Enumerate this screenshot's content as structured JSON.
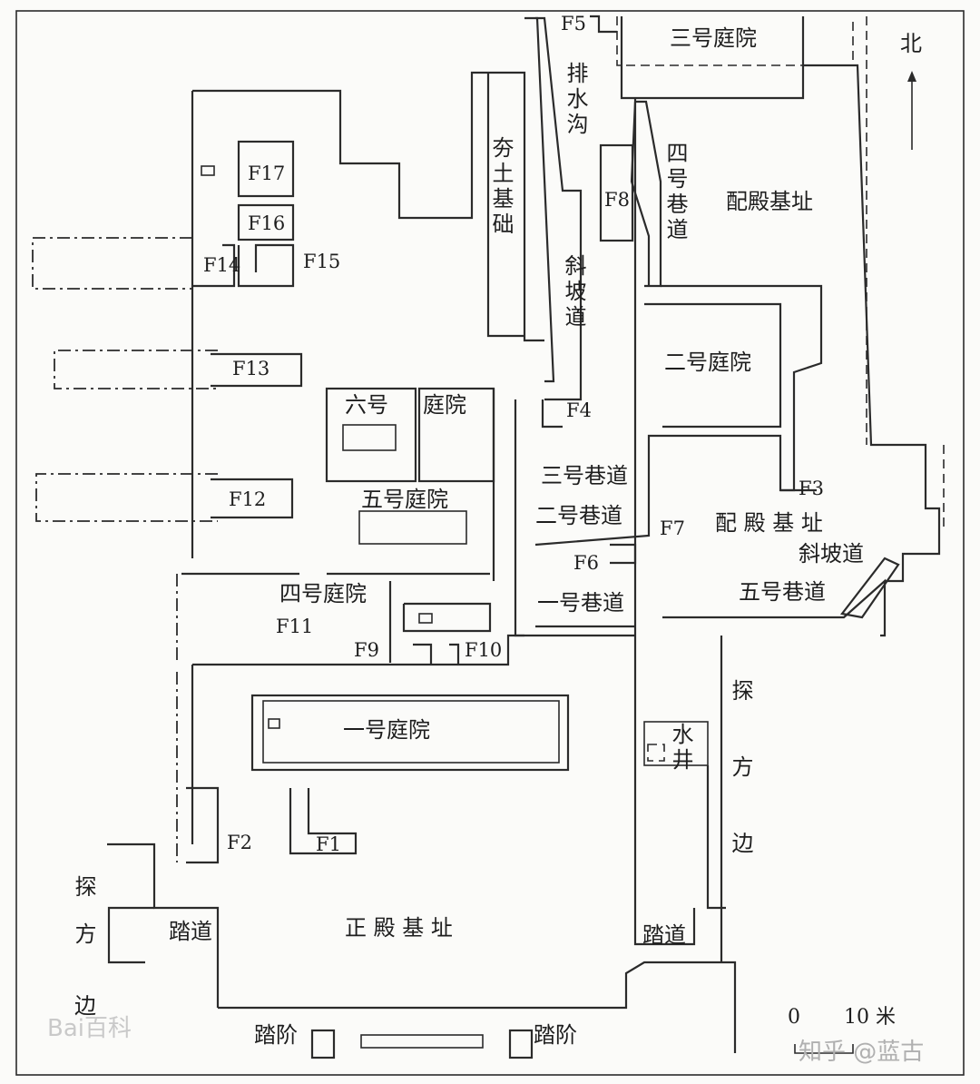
{
  "courtyards": {
    "c1": "一号庭院",
    "c2": "二号庭院",
    "c3": "三号庭院",
    "c4": "四号庭院",
    "c5": "五号庭院",
    "c6a": "六号",
    "c6b": "庭院"
  },
  "halls": {
    "side_hall_north": "配殿基址",
    "side_hall_east": "配 殿 基 址",
    "main_hall": "正 殿 基 址"
  },
  "lanes": {
    "l1": "一号巷道",
    "l2": "二号巷道",
    "l3": "三号巷道",
    "l4": "四号巷道",
    "l5": "五号巷道"
  },
  "features": {
    "drain": "排水沟",
    "rammed_earth": "夯土基础",
    "ramp_west": "斜坡道",
    "ramp_east": "斜坡道",
    "well": "水井",
    "path_west": "踏道",
    "path_east": "踏道",
    "steps_west": "踏阶",
    "steps_east": "踏阶",
    "trench_left": "探方",
    "trench_left_2": "边",
    "trench_right": "探方边",
    "north": "北"
  },
  "rooms": [
    "F1",
    "F2",
    "F3",
    "F4",
    "F5",
    "F6",
    "F7",
    "F8",
    "F9",
    "F10",
    "F11",
    "F12",
    "F13",
    "F14",
    "F15",
    "F16",
    "F17"
  ],
  "scale": {
    "zero": "0",
    "ten": "10 米"
  },
  "watermarks": {
    "baidu": "Bai百科",
    "zhihu": "知乎 @蓝古"
  },
  "colors": {
    "ink": "#2b2b2b",
    "paper": "#fbfbf9"
  }
}
